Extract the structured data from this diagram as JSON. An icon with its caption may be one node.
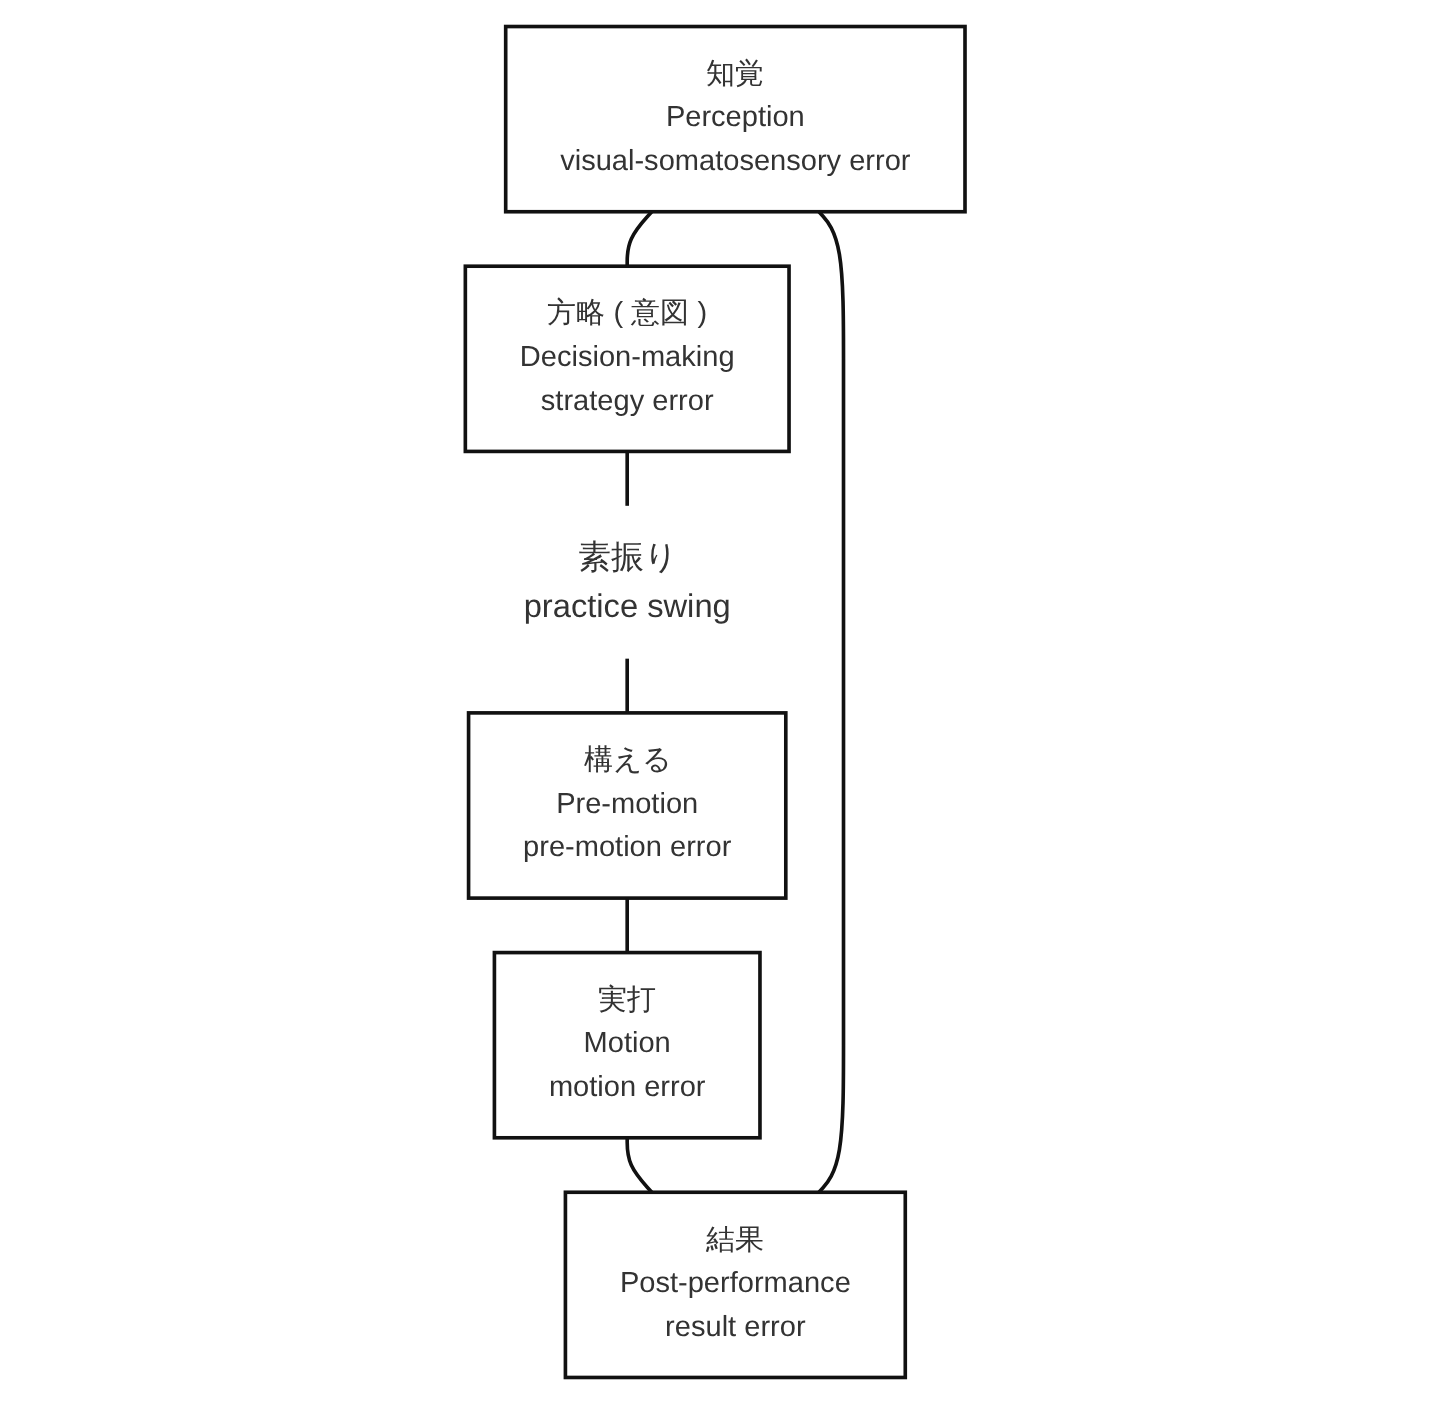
{
  "diagram": {
    "nodes": [
      {
        "text": [
          "知覚",
          "Perception",
          "visual-somatosensory error"
        ]
      },
      {
        "text": [
          "方略 ( 意図 )",
          "Decision-making",
          "strategy error"
        ]
      },
      {
        "text": [
          "素振り",
          "practice swing"
        ]
      },
      {
        "text": [
          "構える",
          "Pre-motion",
          "pre-motion error"
        ]
      },
      {
        "text": [
          "実打",
          "Motion",
          "motion error"
        ]
      },
      {
        "text": [
          "結果",
          "Post-performance",
          "result error"
        ]
      }
    ],
    "edges": [
      {
        "from": 0,
        "to": 1,
        "arrow": "none"
      },
      {
        "from": 1,
        "to": 2,
        "arrow": "none"
      },
      {
        "from": 2,
        "to": 3,
        "arrow": "none"
      },
      {
        "from": 3,
        "to": 4,
        "arrow": "none"
      },
      {
        "from": 4,
        "to": 5,
        "arrow": "none"
      },
      {
        "from": 5,
        "to": 0,
        "arrow": "none"
      }
    ]
  }
}
